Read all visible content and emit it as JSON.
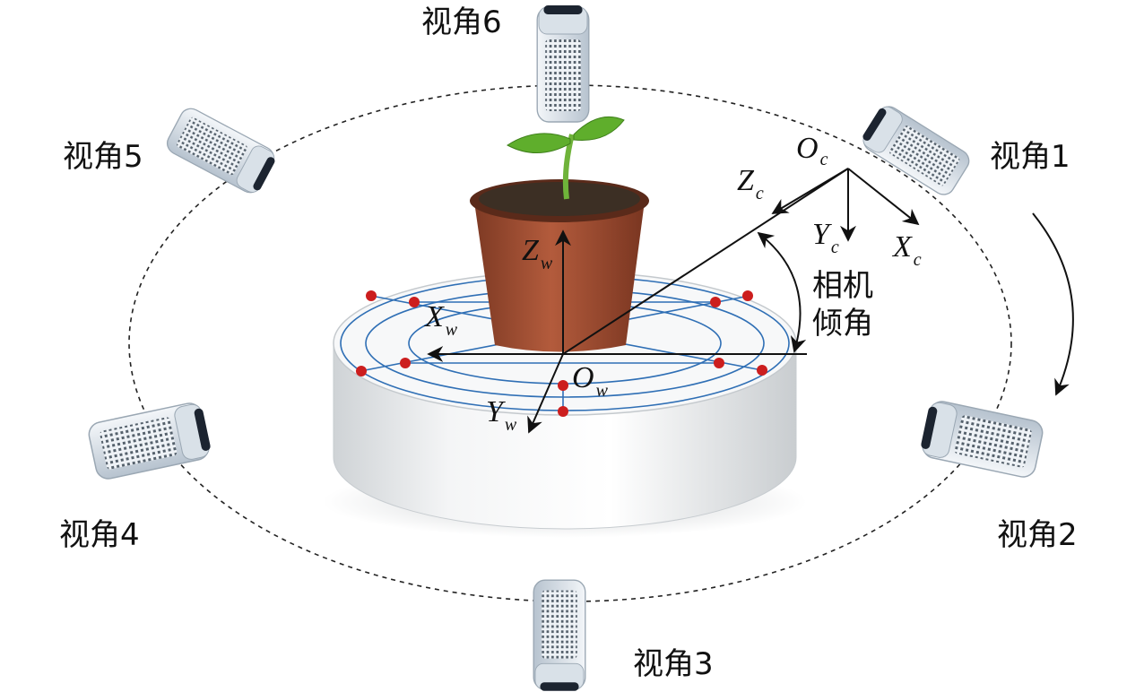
{
  "views": {
    "v1": "视角1",
    "v2": "视角2",
    "v3": "视角3",
    "v4": "视角4",
    "v5": "视角5",
    "v6": "视角6"
  },
  "tilt_label": {
    "line1": "相机",
    "line2": "倾角"
  },
  "camera_axes": {
    "origin": "O",
    "origin_sub": "c",
    "z": "Z",
    "z_sub": "c",
    "y": "Y",
    "y_sub": "c",
    "x": "X",
    "x_sub": "c"
  },
  "world_axes": {
    "origin": "O",
    "origin_sub": "w",
    "z": "Z",
    "z_sub": "w",
    "y": "Y",
    "y_sub": "w",
    "x": "X",
    "x_sub": "w"
  },
  "colors": {
    "grid_lines": "#2f6fb5",
    "markers": "#cc1e1e",
    "pot": "#9a4a30",
    "leaf": "#5fae2c",
    "arrows": "#111111",
    "dashed_circle": "#222222"
  },
  "icons": {
    "camera": "depth-camera-icon",
    "plant": "potted-seedling-icon",
    "turntable": "turntable-icon"
  }
}
